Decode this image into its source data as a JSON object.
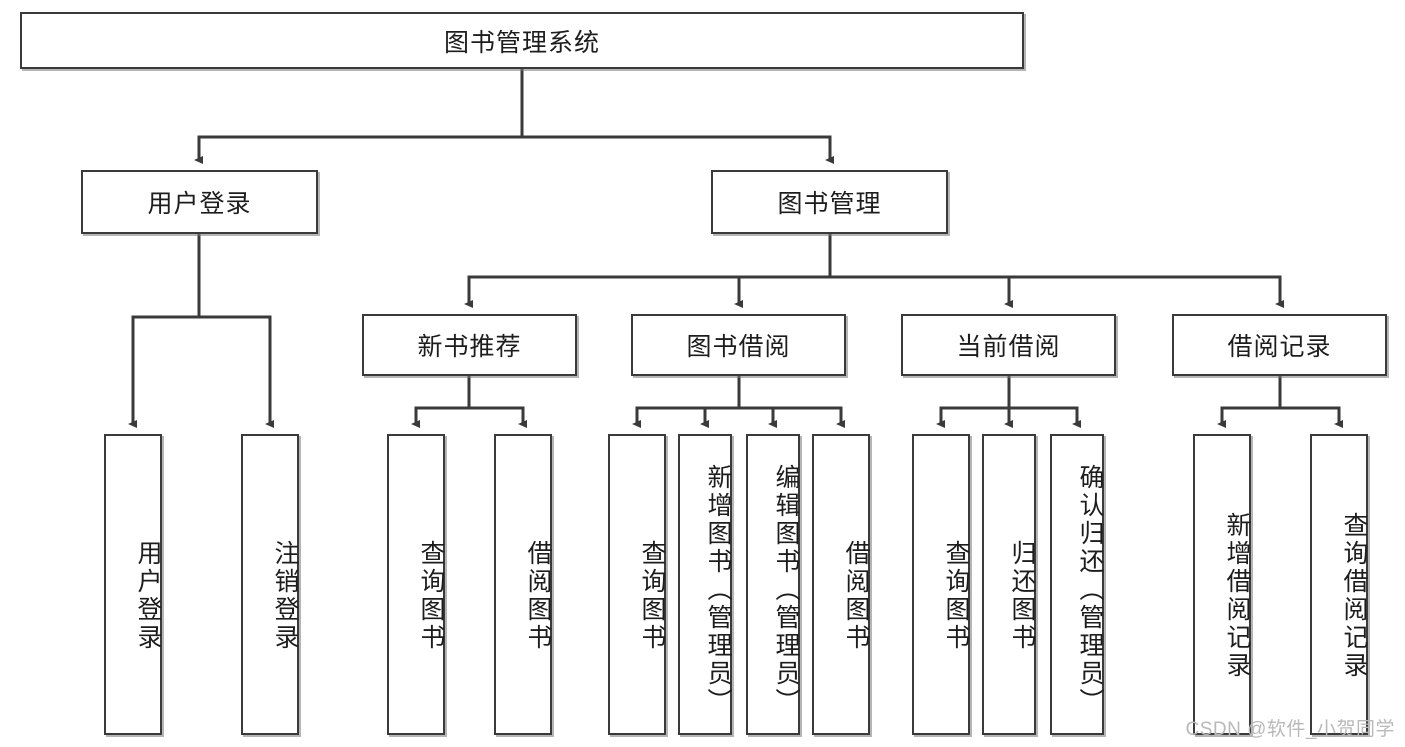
{
  "diagram": {
    "type": "tree",
    "title": "图书管理系统",
    "root": {
      "label": "图书管理系统"
    },
    "level2": [
      {
        "label": "用户登录"
      },
      {
        "label": "图书管理"
      }
    ],
    "level3": [
      {
        "label": "新书推荐"
      },
      {
        "label": "图书借阅"
      },
      {
        "label": "当前借阅"
      },
      {
        "label": "借阅记录"
      }
    ],
    "leaves": {
      "user_login": [
        {
          "label": "用户登录"
        },
        {
          "label": "注销登录"
        }
      ],
      "new_book_recommend": [
        {
          "label": "查询图书"
        },
        {
          "label": "借阅图书"
        }
      ],
      "book_borrow": [
        {
          "label": "查询图书"
        },
        {
          "label": "新增图书（管理员）"
        },
        {
          "label": "编辑图书（管理员）"
        },
        {
          "label": "借阅图书"
        }
      ],
      "current_borrow": [
        {
          "label": "查询图书"
        },
        {
          "label": "归还图书"
        },
        {
          "label": "确认归还（管理员）"
        }
      ],
      "borrow_record": [
        {
          "label": "新增借阅记录"
        },
        {
          "label": "查询借阅记录"
        }
      ]
    }
  },
  "watermark": {
    "text": "CSDN @软件_小贺同学"
  },
  "colors": {
    "stroke": "#3a3a3a",
    "box_fill": "#ffffff",
    "text": "#1d1d1d",
    "watermark": "#b9b9b9"
  }
}
